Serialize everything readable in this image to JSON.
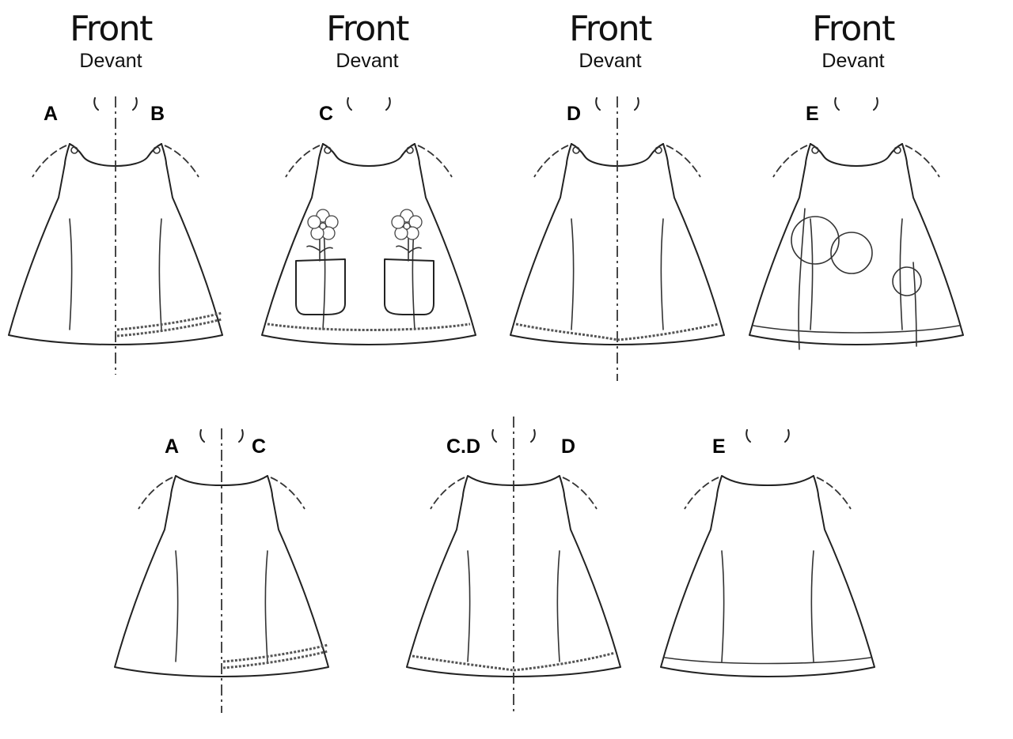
{
  "headers": [
    {
      "en": "Front",
      "fr": "Devant"
    },
    {
      "en": "Front",
      "fr": "Devant"
    },
    {
      "en": "Front",
      "fr": "Devant"
    },
    {
      "en": "Front",
      "fr": "Devant"
    }
  ],
  "views": {
    "top": [
      {
        "left": "A",
        "right": "B"
      },
      {
        "left": "C"
      },
      {
        "left": "D"
      },
      {
        "left": "E"
      }
    ],
    "bottom": [
      {
        "left": "A",
        "right": "C"
      },
      {
        "left": "C.D",
        "right": "D"
      },
      {
        "left": "E"
      }
    ]
  }
}
